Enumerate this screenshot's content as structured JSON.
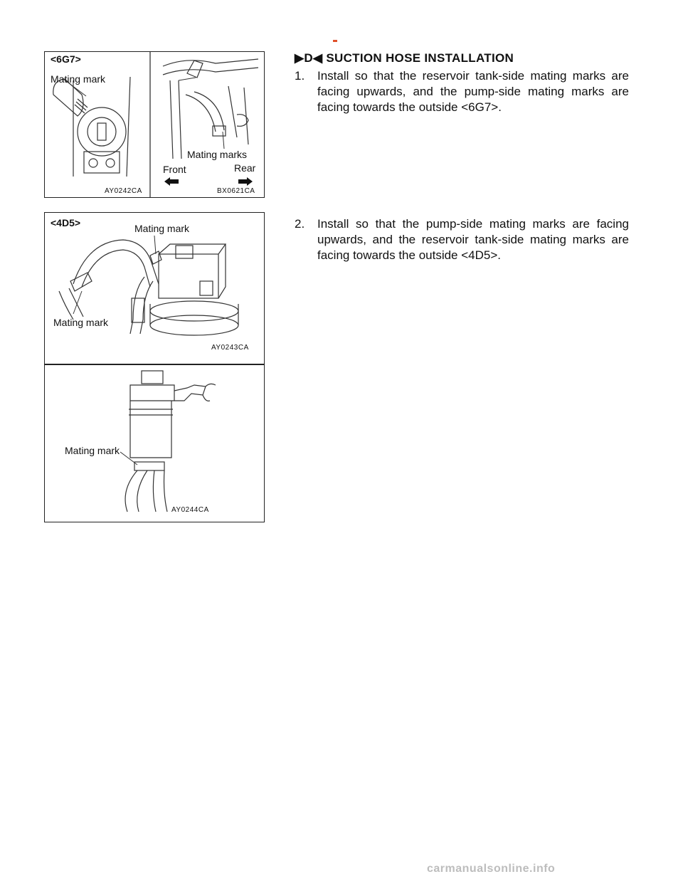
{
  "fig1": {
    "engine_tag": "<6G7>",
    "left_label": "Mating mark",
    "right_label": "Mating marks",
    "front_label": "Front",
    "rear_label": "Rear",
    "left_code": "AY0242CA",
    "right_code": "BX0621CA"
  },
  "fig2": {
    "engine_tag": "<4D5>",
    "upper_label": "Mating mark",
    "lower_label": "Mating mark",
    "code": "AY0243CA"
  },
  "fig3": {
    "label": "Mating mark",
    "code": "AY0244CA"
  },
  "text": {
    "heading": "▶D◀ SUCTION HOSE INSTALLATION",
    "step1_num": "1.",
    "step1_text": "Install so that the reservoir tank-side mating marks are facing upwards, and the pump-side mating marks are facing towards the outside <6G7>.",
    "step2_num": "2.",
    "step2_text": "Install so that the pump-side mating marks are facing upwards, and the reservoir tank-side mating marks are facing towards the outside <4D5>."
  },
  "footer": {
    "watermark": "carmanualsonline.info"
  }
}
